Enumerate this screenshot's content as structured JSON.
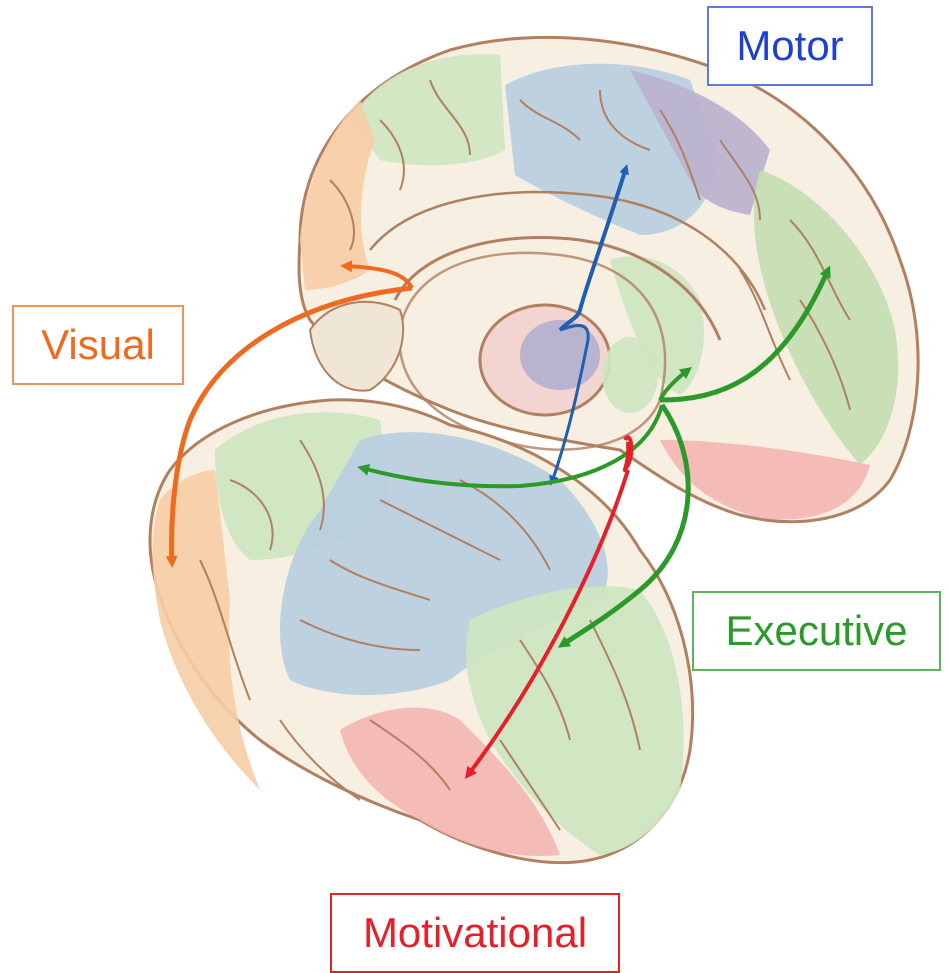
{
  "labels": {
    "motor": "Motor",
    "visual": "Visual",
    "executive": "Executive",
    "motivational": "Motivational"
  },
  "colors": {
    "motor": "#1f3fd1",
    "visual": "#ef6a1e",
    "executive": "#2b9a2b",
    "motivational": "#e5202a",
    "outline": "#b08060",
    "cortex_fill": "#f6efe2",
    "region_green": "#cfe6c2",
    "region_blue": "#b9cfe0",
    "region_orange": "#f6cda6",
    "region_pink": "#f4b5b3",
    "region_purple": "#bcb3cf"
  }
}
